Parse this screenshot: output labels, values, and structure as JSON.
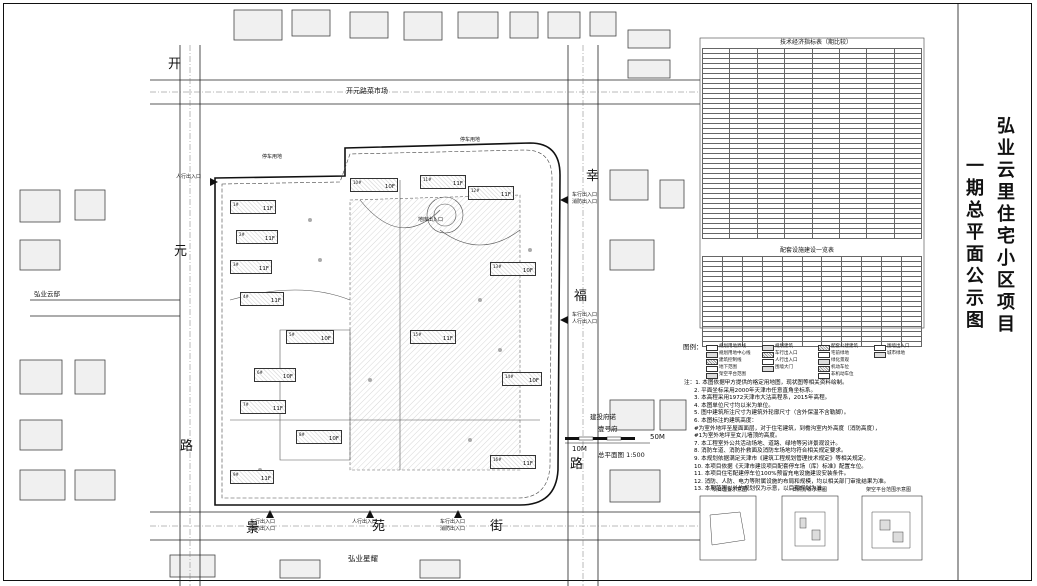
{
  "project_title": "弘业云里住宅小区项目",
  "sheet_title": "一期总平面公示图",
  "roads": {
    "kaiyuan": [
      "开",
      "元",
      "路"
    ],
    "jingyuan": [
      "景",
      "苑",
      "街"
    ],
    "xingfu": [
      "幸",
      "福",
      "路"
    ],
    "market": "开元路菜市场"
  },
  "places": {
    "parking1": "停车用地",
    "parking2": "停车用地",
    "hongye_yunting": "弘业云邸",
    "hongye_xingcheng": "弘业星耀",
    "jianshe": "建投府诺",
    "jianshe2": "壹号府",
    "scale_50m": "50M",
    "scale_10m": "10M",
    "plan_label": "总平面图 1:500"
  },
  "entrances": {
    "north": "人行出入口",
    "east1a": "车行出入口",
    "east1b": "消防出入口",
    "east2a": "车行出入口",
    "east2b": "人行出入口",
    "south1a": "车行出入口",
    "south1b": "消防出入口",
    "south2": "人行出入口",
    "south3a": "车行出入口",
    "south3b": "消防出入口"
  },
  "buildings": [
    {
      "id": "1#",
      "floors": "11F"
    },
    {
      "id": "2#",
      "floors": "11F"
    },
    {
      "id": "3#",
      "floors": "11F"
    },
    {
      "id": "4#",
      "floors": "11F"
    },
    {
      "id": "5#",
      "floors": "10F"
    },
    {
      "id": "6#",
      "floors": "10F"
    },
    {
      "id": "7#",
      "floors": "11F"
    },
    {
      "id": "8#",
      "floors": "10F"
    },
    {
      "id": "9#",
      "floors": "11F"
    },
    {
      "id": "10#",
      "floors": "10F"
    },
    {
      "id": "11#",
      "floors": "11F"
    },
    {
      "id": "12#",
      "floors": "11F"
    },
    {
      "id": "13#",
      "floors": "10F"
    },
    {
      "id": "14#",
      "floors": "10F"
    },
    {
      "id": "15#",
      "floors": "11F"
    },
    {
      "id": "16#",
      "floors": "11F"
    }
  ],
  "plaza": "地库出入口",
  "table1_title": "技术经济指标表（期比较）",
  "table2_title": "配套设施建设一览表",
  "legend_title": "图例：",
  "legend": [
    "规划用地界线",
    "规划建筑",
    "配套公建建筑",
    "围墙出入口",
    "规划用地中心线",
    "车行出入口",
    "宅前绿地",
    "城市绿地",
    "建筑控制线",
    "人行出入口",
    "绿化景观",
    "",
    "地下范围",
    "围墙大门",
    "机动车位",
    "",
    "架空平台范围",
    "",
    "非机动车位",
    ""
  ],
  "notes": [
    "注：1. 本图依据甲方提供的格定用地图，现状图等相关资料绘制。",
    "2. 平面坐标采用2000年天津市任意直角坐标系。",
    "3. 本高程采用1972天津市大沽高程系，2015年高程。",
    "4. 本图单位尺寸均以米为单位。",
    "5. 图中建筑所注尺寸为建筑外轮廓尺寸（含外保温不含勒脚）。",
    "6. 本图标注的建筑高度：",
    "   #为室外地坪至屋面面层，对于住宅建筑，到檐沟室内外高度（消防高度），",
    "   #1为室外地坪至女儿墙顶的高度。",
    "7. 本工程室外公共活动场地、道路、绿地等另详景观设计。",
    "8. 消防车道、消防扑救面及消防车场地均符合相关规定要求。",
    "9. 本规划依据满足天津市《建筑工程规划管理技术规定》等相关规定。",
    "10. 本项目依据《天津市建设项目配套停车场（库）标准》配置车位。",
    "11. 本项目住宅配建停车位100%预留充电设施建设安装条件。",
    "12. 消防、人防、电力等附属设施的布局和规模，均以相关部门审批结果为准。",
    "13. 本期范围以外的规划仅为示意，以后期规划为准。"
  ],
  "inset_titles": [
    "项目位置示意图",
    "日照分析示意图",
    "架空平台范围示意图"
  ],
  "colors": {
    "line": "#111111",
    "hatch": "#e3e3e3",
    "dashed": "#555555"
  }
}
